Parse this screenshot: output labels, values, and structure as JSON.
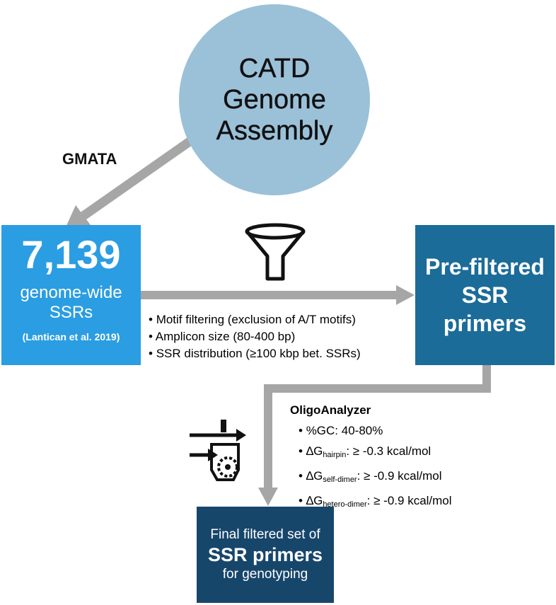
{
  "genome_circle": {
    "line1": "CATD",
    "line2": "Genome",
    "line3": "Assembly"
  },
  "tool_label": "GMATA",
  "ssr_box": {
    "count": "7,139",
    "line1": "genome-wide",
    "line2": "SSRs",
    "citation": "(Lantican et al. 2019)"
  },
  "prefiltered_box": {
    "line1": "Pre-filtered",
    "line2": "SSR",
    "line3": "primers"
  },
  "filter_criteria": [
    "Motif filtering (exclusion of A/T motifs)",
    "Amplicon size (80-400 bp)",
    "SSR distribution (≥100 kbp bet. SSRs)"
  ],
  "oligo": {
    "title": "OligoAnalyzer",
    "gc": "%GC: 40-80%",
    "delta": "∆G",
    "hairpin_sub": "hairpin",
    "hairpin_value": ": ≥ -0.3 kcal/mol",
    "selfdimer_sub": "self-dimer",
    "selfdimer_value": ": ≥ -0.9 kcal/mol",
    "heterodimer_sub": "hetero-dimer",
    "heterodimer_value": ": ≥ -0.9 kcal/mol"
  },
  "final_box": {
    "line1": "Final filtered set of",
    "line2": "SSR primers",
    "line3": "for genotyping"
  },
  "bullet_char": "•",
  "icons": [
    "funnel-icon",
    "processing-gear-icon"
  ],
  "colors": {
    "circle": "#9bc1d9",
    "ssr_box": "#2b9de2",
    "prefiltered_box": "#1b6c99",
    "final_box": "#17466b",
    "arrow": "#a6a6a6"
  }
}
